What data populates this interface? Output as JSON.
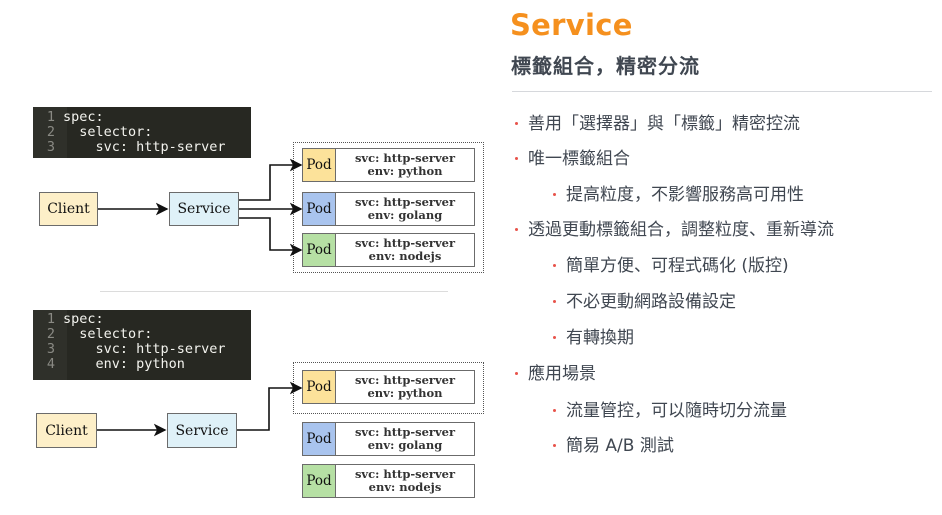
{
  "header": {
    "title": "Service",
    "subtitle": "標籤組合，精密分流"
  },
  "bullets": [
    {
      "level": 1,
      "text": "善用「選擇器」與「標籤」精密控流"
    },
    {
      "level": 1,
      "text": "唯一標籤組合"
    },
    {
      "level": 2,
      "text": "提高粒度，不影響服務高可用性"
    },
    {
      "level": 1,
      "text": "透過更動標籤組合，調整粒度、重新導流"
    },
    {
      "level": 2,
      "text": "簡單方便、可程式碼化 (版控)"
    },
    {
      "level": 2,
      "text": "不必更動網路設備設定"
    },
    {
      "level": 2,
      "text": "有轉換期"
    },
    {
      "level": 1,
      "text": "應用場景"
    },
    {
      "level": 2,
      "text": "流量管控，可以隨時切分流量"
    },
    {
      "level": 2,
      "text": "簡易 A/B 測試"
    }
  ],
  "diagram1": {
    "code": [
      {
        "num": "1",
        "text": "spec:"
      },
      {
        "num": "2",
        "text": "  selector:"
      },
      {
        "num": "3",
        "text": "    svc: http-server"
      }
    ],
    "client": "Client",
    "service": "Service",
    "pods": [
      {
        "tag": "Pod",
        "line1": "svc: http-server",
        "line2": "env: python",
        "color": "#fce29a"
      },
      {
        "tag": "Pod",
        "line1": "svc: http-server",
        "line2": "env: golang",
        "color": "#a9c4ee"
      },
      {
        "tag": "Pod",
        "line1": "svc: http-server",
        "line2": "env: nodejs",
        "color": "#b6e0a4"
      }
    ]
  },
  "diagram2": {
    "code": [
      {
        "num": "1",
        "text": "spec:"
      },
      {
        "num": "2",
        "text": "  selector:"
      },
      {
        "num": "3",
        "text": "    svc: http-server"
      },
      {
        "num": "4",
        "text": "    env: python"
      }
    ],
    "client": "Client",
    "service": "Service",
    "pods": [
      {
        "tag": "Pod",
        "line1": "svc: http-server",
        "line2": "env: python",
        "color": "#fce29a"
      },
      {
        "tag": "Pod",
        "line1": "svc: http-server",
        "line2": "env: golang",
        "color": "#a9c4ee"
      },
      {
        "tag": "Pod",
        "line1": "svc: http-server",
        "line2": "env: nodejs",
        "color": "#b6e0a4"
      }
    ]
  },
  "colors": {
    "accent": "#f5901e",
    "bullet_dot": "#e8534a",
    "text": "#404751"
  }
}
